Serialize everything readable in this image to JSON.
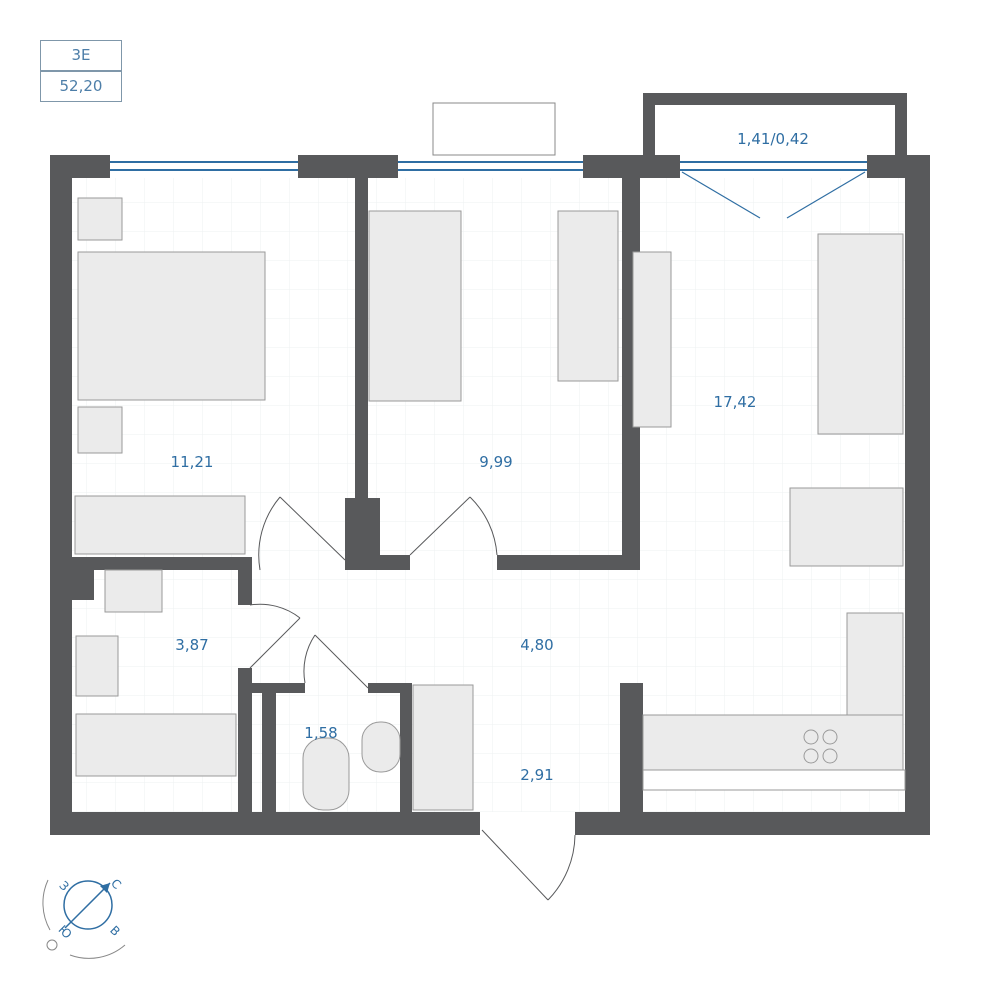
{
  "apartment": {
    "type": "3E",
    "total_area": "52,20"
  },
  "rooms": {
    "balcony": "1,41/0,42",
    "bedroom_1": "11,21",
    "bedroom_2": "9,99",
    "living_kitchen": "17,42",
    "bathroom": "3,87",
    "hall": "4,80",
    "toilet": "1,58",
    "entrance": "2,91"
  },
  "compass": {
    "north": "С",
    "east": "В",
    "south": "Ю",
    "west": "З"
  },
  "colors": {
    "wall": "#58595b",
    "label": "#2f6ea3",
    "furniture": "#ebebeb",
    "window": "#2f6ea3"
  }
}
